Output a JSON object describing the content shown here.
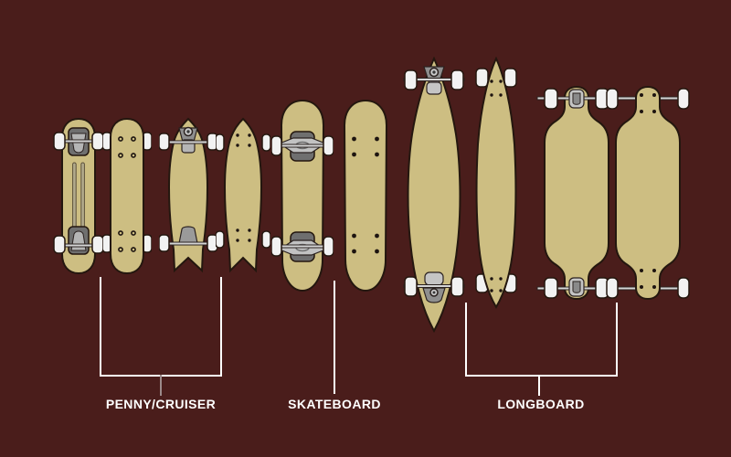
{
  "title": "Skateboard types comparison diagram",
  "background_color": "#4A1D1B",
  "palette": {
    "deck": "#CDBE82",
    "deck_outline": "#24170F",
    "wheel": "#F2F2F2",
    "truck_light": "#C5C5C5",
    "truck_mid": "#9A9A9A",
    "truck_dark": "#6F6F6F",
    "axle": "#D6D6D6",
    "bolt_dot": "#1D1410",
    "bracket_line": "#FFFFFF",
    "penny_stem": "#9C8A8A",
    "label_color": "#FFFFFF"
  },
  "categories": [
    {
      "label": "PENNY/CRUISER",
      "boards": [
        {
          "name": "penny-board-bottom-view",
          "view": "bottom"
        },
        {
          "name": "penny-board-top-view",
          "view": "top"
        },
        {
          "name": "cruiser-fishtail-bottom-view",
          "view": "bottom"
        },
        {
          "name": "cruiser-fishtail-top-view",
          "view": "top"
        }
      ]
    },
    {
      "label": "SKATEBOARD",
      "boards": [
        {
          "name": "skateboard-bottom-view",
          "view": "bottom"
        },
        {
          "name": "skateboard-top-view",
          "view": "top"
        }
      ]
    },
    {
      "label": "LONGBOARD",
      "boards": [
        {
          "name": "pintail-longboard-bottom-view",
          "view": "bottom"
        },
        {
          "name": "pintail-longboard-top-view",
          "view": "top"
        },
        {
          "name": "drop-through-longboard-bottom-view",
          "view": "bottom"
        },
        {
          "name": "drop-through-longboard-top-view",
          "view": "top"
        }
      ]
    }
  ]
}
